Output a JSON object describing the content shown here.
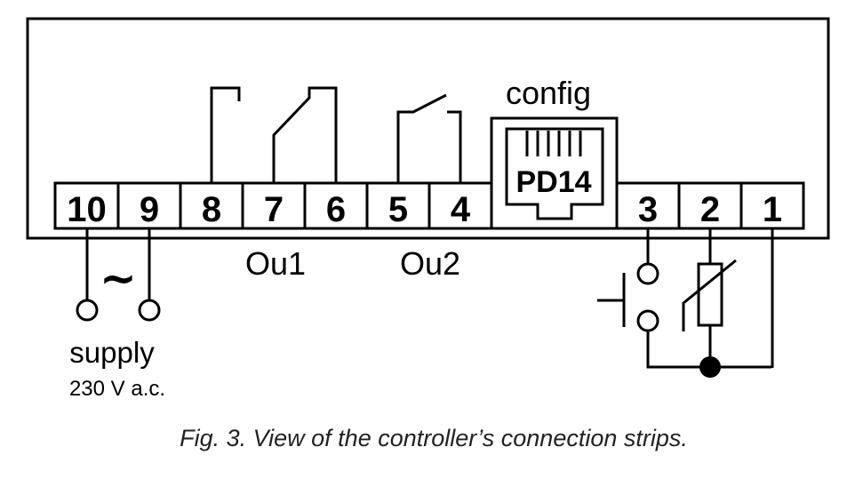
{
  "diagram": {
    "terminals": [
      {
        "id": "10",
        "label": "10"
      },
      {
        "id": "9",
        "label": "9"
      },
      {
        "id": "8",
        "label": "8"
      },
      {
        "id": "7",
        "label": "7"
      },
      {
        "id": "6",
        "label": "6"
      },
      {
        "id": "5",
        "label": "5"
      },
      {
        "id": "4",
        "label": "4"
      },
      {
        "id": "3",
        "label": "3"
      },
      {
        "id": "2",
        "label": "2"
      },
      {
        "id": "1",
        "label": "1"
      }
    ],
    "connector": {
      "top_label": "config",
      "port_label": "PD14"
    },
    "outputs": {
      "ou1": "Ou1",
      "ou2": "Ou2"
    },
    "supply": {
      "symbol": "~",
      "label": "supply",
      "voltage": "230 V a.c."
    },
    "caption": "Fig. 3. View of the controller’s connection strips."
  }
}
